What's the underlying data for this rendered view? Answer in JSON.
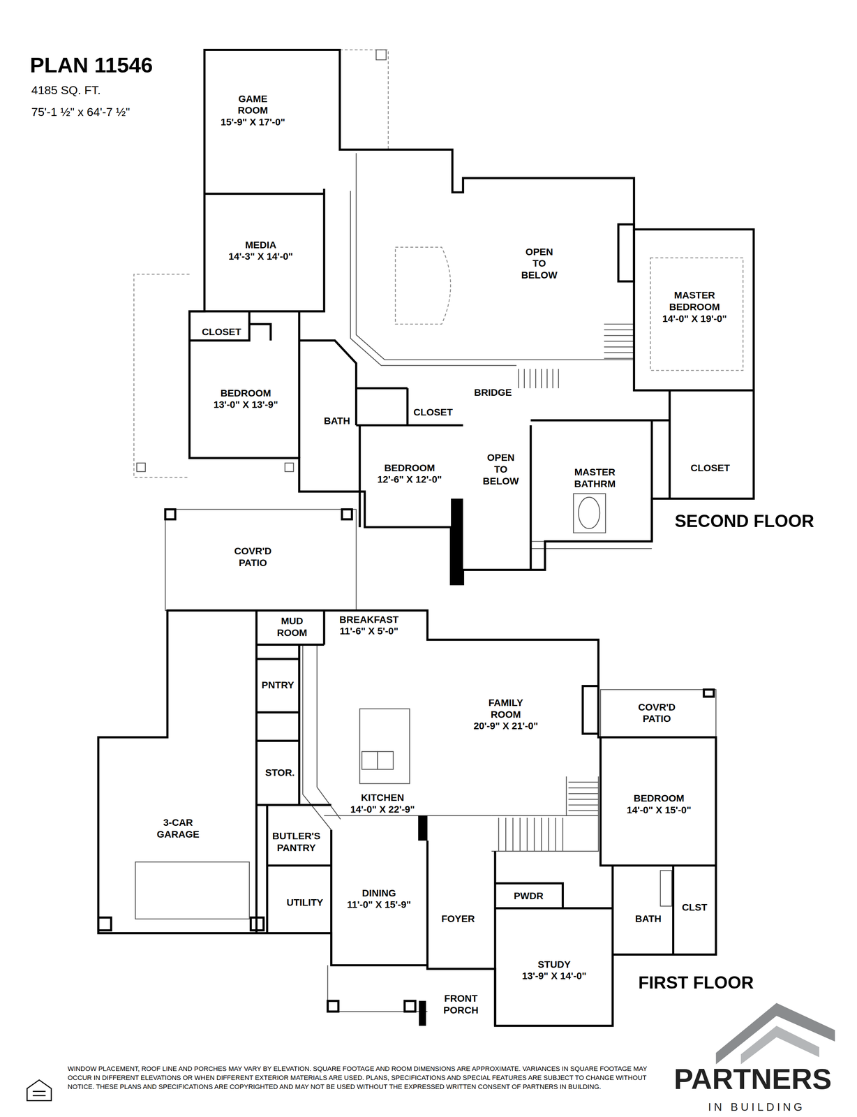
{
  "diagram": {
    "title": "PLAN 11546",
    "nodes": [
      {
        "text": [
          "GAME ROOM",
          "15'-9\" X 17'-0\""
        ]
      },
      {
        "text": [
          "MEDIA",
          "14'-3\" X 14'-0\""
        ]
      },
      {
        "text": [
          "CLOSET"
        ]
      },
      {
        "text": [
          "BEDROOM",
          "13'-0\" X 13'-9\""
        ]
      },
      {
        "text": [
          "BATH"
        ]
      },
      {
        "text": [
          "OPEN TO BELOW"
        ]
      },
      {
        "text": [
          "BRIDGE"
        ]
      },
      {
        "text": [
          "CLOSET"
        ]
      },
      {
        "text": [
          "BEDROOM",
          "12'-6\" X 12'-0\""
        ]
      },
      {
        "text": [
          "OPEN TO BELOW"
        ]
      },
      {
        "text": [
          "MASTER BEDROOM",
          "14'-0\" X 19'-0\""
        ]
      },
      {
        "text": [
          "MASTER BATHRM"
        ]
      },
      {
        "text": [
          "CLOSET"
        ]
      },
      {
        "text": [
          "COVR'D PATIO"
        ]
      },
      {
        "text": [
          "MUD ROOM"
        ]
      },
      {
        "text": [
          "PNTRY"
        ]
      },
      {
        "text": [
          "BREAKFAST",
          "11'-6\" X 5'-0\""
        ]
      },
      {
        "text": [
          "FAMILY ROOM",
          "20'-9\" X 21'-0\""
        ]
      },
      {
        "text": [
          "KITCHEN",
          "14'-0\" X 22'-9\""
        ]
      },
      {
        "text": [
          "STOR."
        ]
      },
      {
        "text": [
          "3-CAR GARAGE"
        ]
      },
      {
        "text": [
          "BUTLER'S PANTRY"
        ]
      },
      {
        "text": [
          "UTILITY"
        ]
      },
      {
        "text": [
          "DINING",
          "11'-0\" X 15'-9\""
        ]
      },
      {
        "text": [
          "FOYER"
        ]
      },
      {
        "text": [
          "PWDR"
        ]
      },
      {
        "text": [
          "STUDY",
          "13'-9\" X 14'-0\""
        ]
      },
      {
        "text": [
          "FRONT PORCH"
        ]
      },
      {
        "text": [
          "COVR'D PATIO"
        ]
      },
      {
        "text": [
          "BEDROOM",
          "14'-0\" X 15'-0\""
        ]
      },
      {
        "text": [
          "BATH"
        ]
      },
      {
        "text": [
          "CLST"
        ]
      }
    ],
    "labels": [
      "4185 SQ. FT.",
      "75'-1 ½\" x 64'-7 ½\"",
      "SECOND FLOOR",
      "FIRST FLOOR",
      "WINDOW PLACEMENT, ROOF LINE AND PORCHES MAY VARY BY ELEVATION. SQUARE FOOTAGE AND ROOM DIMENSIONS ARE APPROXIMATE. VARIANCES IN SQUARE FOOTAGE MAY OCCUR IN DIFFERENT ELEVATIONS OR WHEN DIFFERENT EXTERIOR MATERIALS ARE USED. PLANS, SPECIFICATIONS AND SPECIAL FEATURES ARE SUBJECT TO CHANGE WITHOUT NOTICE. THESE PLANS AND SPECIFICATIONS ARE COPYRIGHTED AND MAY NOT BE USED WITHOUT THE EXPRESSED WRITTEN CONSENT OF PARTNERS IN BUILDING.",
      "PARTNERS",
      "IN BUILDING"
    ]
  }
}
